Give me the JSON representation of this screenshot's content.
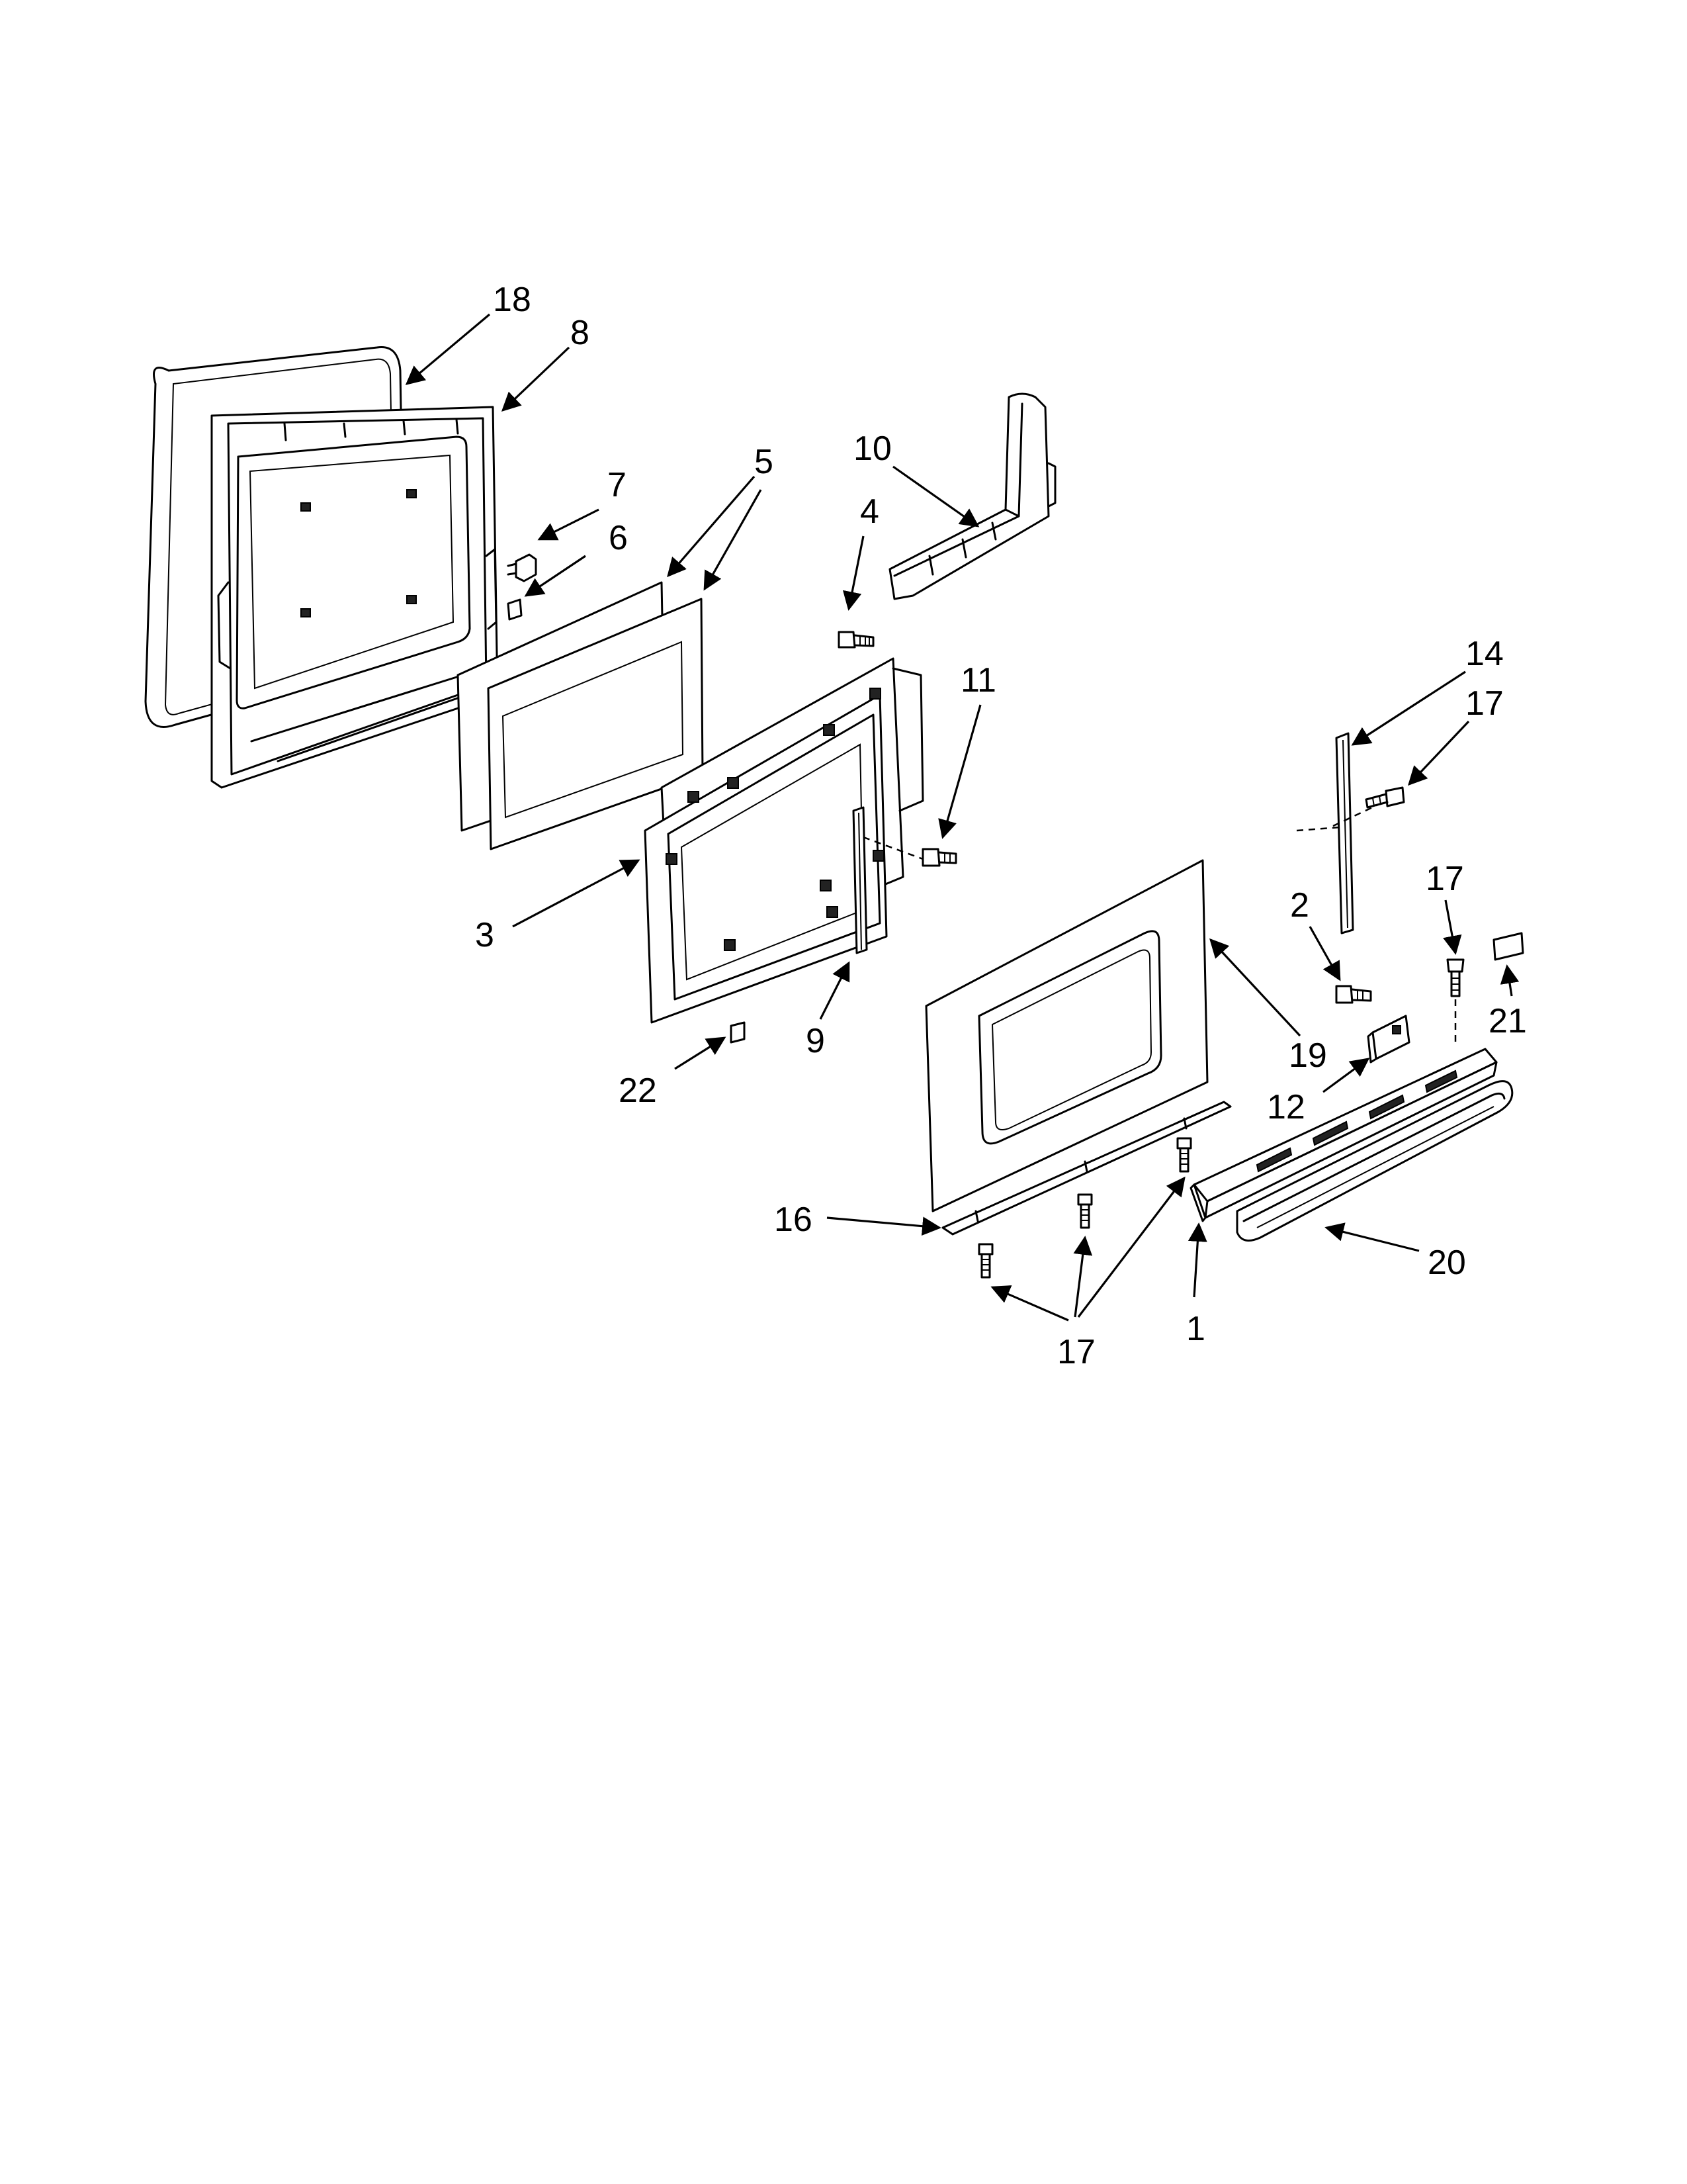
{
  "callouts": {
    "c18": "18",
    "c8": "8",
    "c7": "7",
    "c6": "6",
    "c5": "5",
    "c10": "10",
    "c4": "4",
    "c11": "11",
    "c3": "3",
    "c9": "9",
    "c22": "22",
    "c14": "14",
    "c17a": "17",
    "c17b": "17",
    "c2": "2",
    "c21": "21",
    "c12": "12",
    "c19": "19",
    "c16": "16",
    "c20": "20",
    "c1": "1",
    "c17c": "17"
  },
  "icons": {
    "arrow": "arrowhead",
    "screw": "screw-icon"
  }
}
